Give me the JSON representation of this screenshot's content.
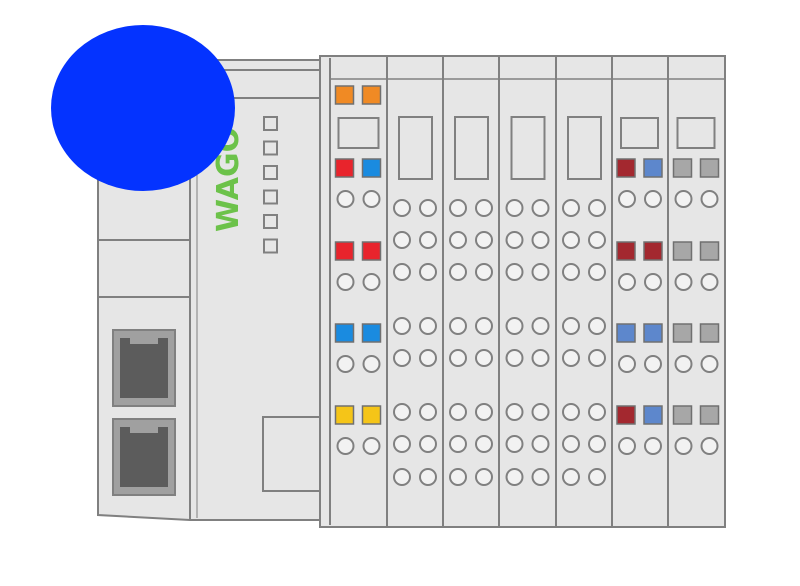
{
  "brand": {
    "logo_text": "WAGO",
    "logo_color": "#6cc24a"
  },
  "colors": {
    "housing": "#e6e6e6",
    "outline": "#808080",
    "blue_dot": "#0433ff",
    "jack": "#a0a0a0",
    "jack_dark": "#5c5c5c",
    "orange": "#f08a24",
    "red": "#e8242c",
    "blue": "#1a8be0",
    "yellow": "#f5c518",
    "dark_red": "#a3282f",
    "steel_blue": "#5d87cc",
    "gray": "#a7a7a7",
    "contact": "#f2f2f2"
  },
  "controller": {
    "status_leds": 6,
    "ethernet_ports": 2
  },
  "modules": [
    {
      "name": "supply-module",
      "type": "supply",
      "rows": [
        [
          "orange",
          "orange"
        ],
        [
          "red",
          "blue"
        ],
        [
          "red",
          "red"
        ],
        [
          "blue",
          "blue"
        ],
        [
          "yellow",
          "yellow"
        ]
      ]
    },
    {
      "name": "io-module-1",
      "type": "io",
      "contacts": 8
    },
    {
      "name": "io-module-2",
      "type": "io",
      "contacts": 8
    },
    {
      "name": "io-module-3",
      "type": "io",
      "contacts": 8
    },
    {
      "name": "io-module-4",
      "type": "io",
      "contacts": 8
    },
    {
      "name": "color-module-1",
      "type": "color",
      "rows": [
        [
          "dark_red",
          "steel_blue"
        ],
        [
          "dark_red",
          "dark_red"
        ],
        [
          "steel_blue",
          "steel_blue"
        ],
        [
          "dark_red",
          "steel_blue"
        ]
      ]
    },
    {
      "name": "color-module-2",
      "type": "color",
      "rows": [
        [
          "gray",
          "gray"
        ],
        [
          "gray",
          "gray"
        ],
        [
          "gray",
          "gray"
        ],
        [
          "gray",
          "gray"
        ]
      ]
    }
  ]
}
